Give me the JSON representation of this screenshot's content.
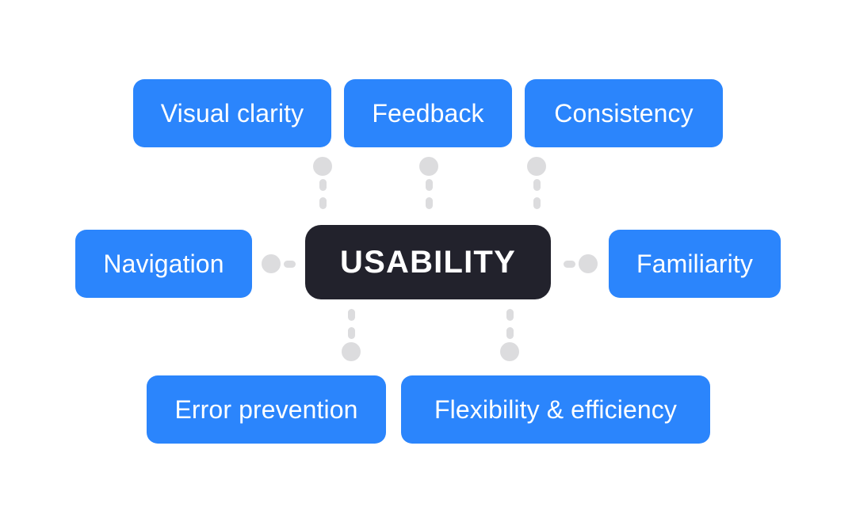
{
  "diagram": {
    "title": "USABILITY",
    "type": "mind-map",
    "background_color": "#ffffff",
    "center": {
      "label": "USABILITY",
      "color": "#22222c",
      "text_color": "#ffffff"
    },
    "branch_color": "#2b85fc",
    "branch_text_color": "#ffffff",
    "connector_color": "#dcdcde",
    "branches": [
      {
        "id": "visual-clarity",
        "label": "Visual clarity",
        "position": "top-left"
      },
      {
        "id": "feedback",
        "label": "Feedback",
        "position": "top-center"
      },
      {
        "id": "consistency",
        "label": "Consistency",
        "position": "top-right"
      },
      {
        "id": "navigation",
        "label": "Navigation",
        "position": "middle-left"
      },
      {
        "id": "familiarity",
        "label": "Familiarity",
        "position": "middle-right"
      },
      {
        "id": "error-prevention",
        "label": "Error prevention",
        "position": "bottom-left"
      },
      {
        "id": "flexibility",
        "label": "Flexibility & efficiency",
        "position": "bottom-right"
      }
    ]
  }
}
